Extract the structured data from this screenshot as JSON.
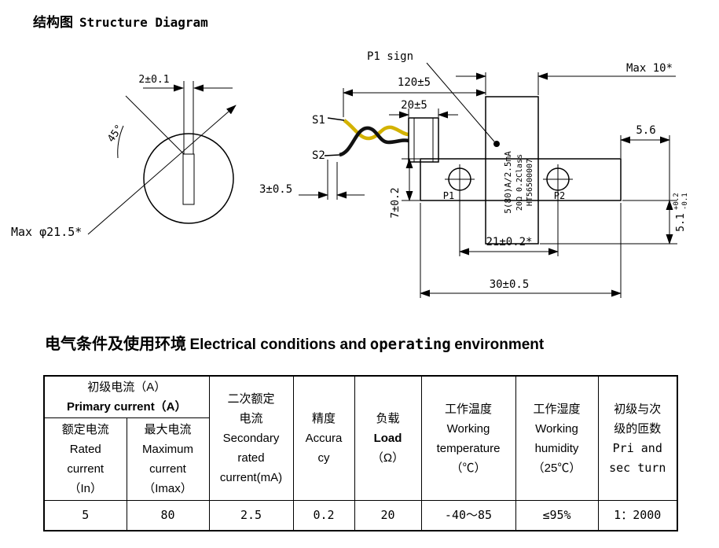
{
  "title": {
    "cn": "结构图",
    "en": "Structure Diagram"
  },
  "section2": {
    "cn": "电气条件及使用环境",
    "en1": "Electrical conditions and",
    "en2": "operating",
    "en3": "environment"
  },
  "diagram": {
    "p1_sign": "P1 sign",
    "wires": {
      "s1": "S1",
      "s2": "S2"
    },
    "terminals": {
      "p1": "P1",
      "p2": "P2"
    },
    "spec_lines": [
      "5(80)A/2.5mA",
      "20Ω 0.2Class",
      "HT56500007"
    ],
    "dims": {
      "d2": "2±0.1",
      "a45": "45°",
      "max_dia": "Max φ21.5*",
      "d120": "120±5",
      "d20": "20±5",
      "max10": "Max 10*",
      "d56": "5.6",
      "d3": "3±0.5",
      "d7": "7±0.2",
      "d21": "21±0.2*",
      "d30": "30±0.5",
      "d51": "5.1",
      "d51_up": "+0.2",
      "d51_dn": "-0.1"
    }
  },
  "table": {
    "group": {
      "cn": "初级电流（A）",
      "en": "Primary current（A）"
    },
    "cols": [
      {
        "cn": "额定电流",
        "en": "Rated current",
        "en2": "（In）",
        "value": "5"
      },
      {
        "cn": "最大电流",
        "en": "Maximum current",
        "en2": "（Imax）",
        "value": "80"
      },
      {
        "cn": "二次额定电流",
        "en": "Secondary rated current(mA)",
        "value": "2.5"
      },
      {
        "cn": "精度",
        "en": "Accuracy",
        "value": "0.2"
      },
      {
        "cn": "负载",
        "en": "Load",
        "en2": "（Ω）",
        "value": "20"
      },
      {
        "cn": "工作温度",
        "en": "Working temperature",
        "en2": "（℃）",
        "value": "-40～85"
      },
      {
        "cn": "工作湿度",
        "en": "Working humidity",
        "en2": "（25℃）",
        "value": "≤95%"
      },
      {
        "cn": "初级与次级的匝数",
        "en": "Pri and sec turn",
        "value": "1：2000"
      }
    ]
  }
}
